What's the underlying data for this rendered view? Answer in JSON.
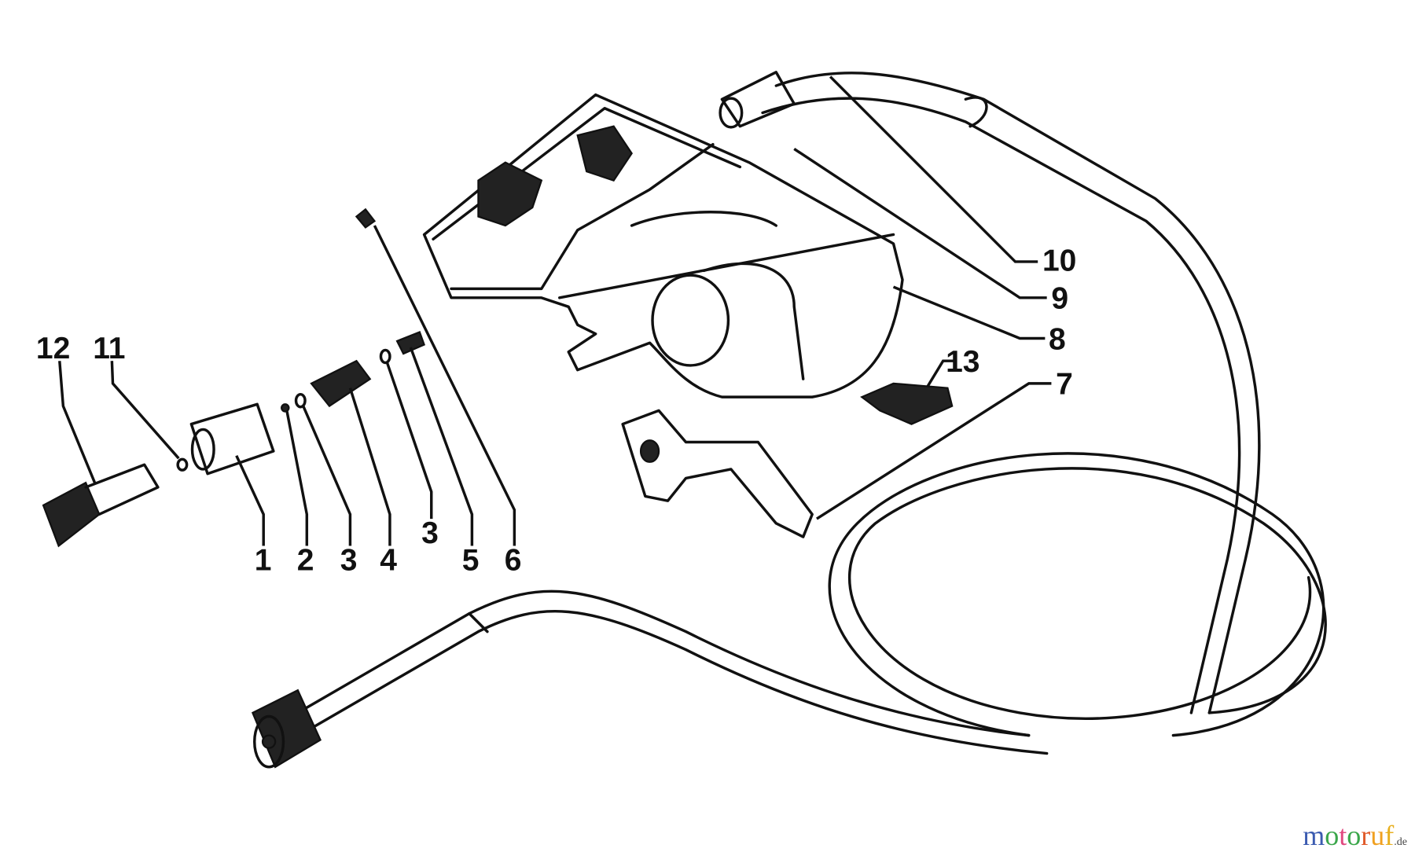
{
  "diagram": {
    "labels": [
      {
        "id": "12",
        "text": "12"
      },
      {
        "id": "11",
        "text": "11"
      },
      {
        "id": "1",
        "text": "1"
      },
      {
        "id": "2",
        "text": "2"
      },
      {
        "id": "3a",
        "text": "3"
      },
      {
        "id": "4",
        "text": "4"
      },
      {
        "id": "3b",
        "text": "3"
      },
      {
        "id": "5",
        "text": "5"
      },
      {
        "id": "6",
        "text": "6"
      },
      {
        "id": "7",
        "text": "7"
      },
      {
        "id": "8",
        "text": "8"
      },
      {
        "id": "9",
        "text": "9"
      },
      {
        "id": "10",
        "text": "10"
      },
      {
        "id": "13",
        "text": "13"
      }
    ]
  },
  "watermark": {
    "text": "motoruf",
    "suffix": ".de",
    "colors": [
      "#3b5bb0",
      "#3aa64a",
      "#e0487f",
      "#3aa64a",
      "#e05a2a",
      "#f0a020",
      "#e8b020"
    ]
  }
}
